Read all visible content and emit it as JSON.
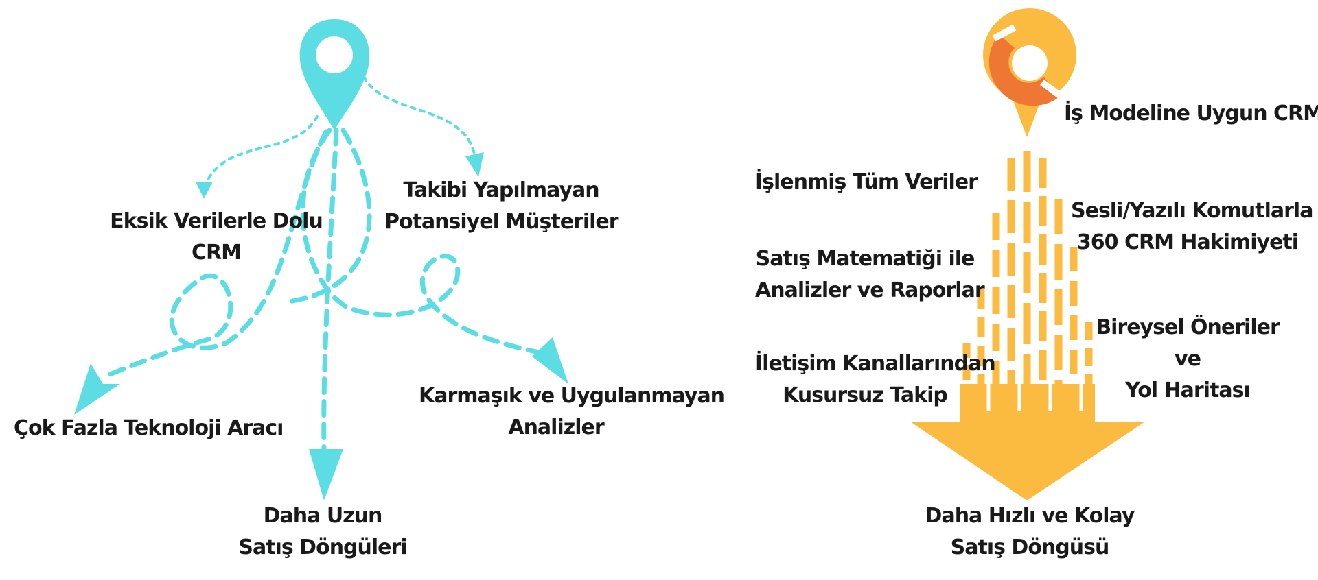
{
  "left_diagram": {
    "accent_color": "#5CDDE3",
    "icon": "map-pin-icon",
    "labels": {
      "eksik": [
        "Eksik Verilerle Dolu",
        "CRM"
      ],
      "takibi": [
        "Takibi Yapılmayan",
        "Potansiyel Müşteriler"
      ],
      "cok_fazla": [
        "Çok Fazla Teknoloji Aracı"
      ],
      "karmasik": [
        "Karmaşık ve Uygulanmayan",
        "Analizler"
      ],
      "daha_uzun": [
        "Daha Uzun",
        "Satış Döngüleri"
      ]
    }
  },
  "right_diagram": {
    "accent_color": "#FBBA40",
    "logo_orange": "#EE7833",
    "icon": "crm-logo-pin-icon",
    "labels": {
      "is_modeline": [
        "İş Modeline Uygun CRM"
      ],
      "islenmis": [
        "İşlenmiş Tüm Veriler"
      ],
      "sesli": [
        "Sesli/Yazılı Komutlarla",
        "360 CRM Hakimiyeti"
      ],
      "satis_mat": [
        "Satış Matematiği ile",
        "Analizler ve Raporlar"
      ],
      "bireysel": [
        "Bireysel Öneriler",
        "ve",
        "Yol Haritası"
      ],
      "iletisim": [
        "İletişim Kanallarından",
        "Kusursuz Takip"
      ],
      "daha_hizli": [
        "Daha Hızlı ve Kolay",
        "Satış Döngüsü"
      ]
    }
  }
}
